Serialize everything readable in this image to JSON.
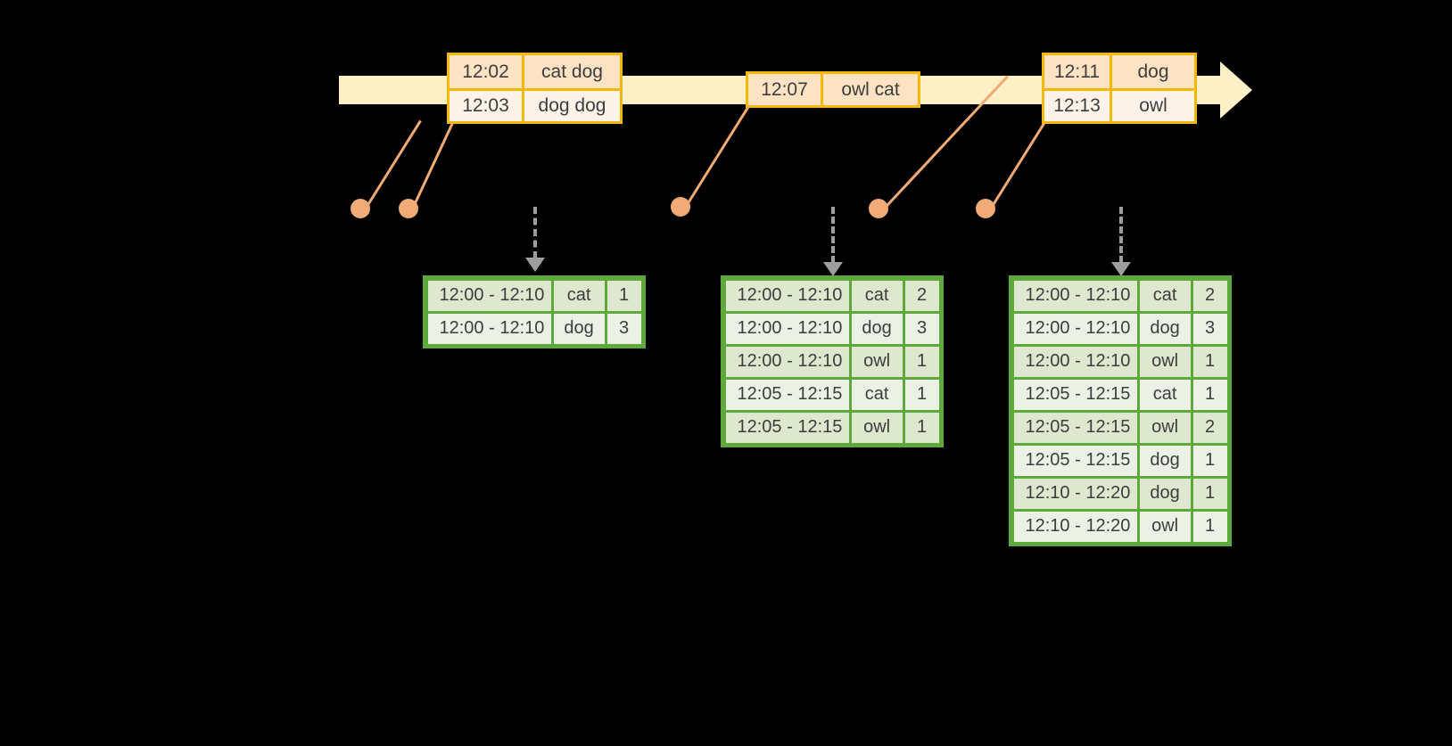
{
  "timeline": {
    "label": "event-stream-timeline",
    "bar_color": "#fdefc6",
    "box_border_color": "#f5b800",
    "events": [
      {
        "group": "group-1",
        "rows": [
          {
            "time": "12:02",
            "words": "cat dog"
          },
          {
            "time": "12:03",
            "words": "dog dog"
          }
        ]
      },
      {
        "group": "group-2",
        "rows": [
          {
            "time": "12:07",
            "words": "owl cat"
          }
        ]
      },
      {
        "group": "group-3",
        "rows": [
          {
            "time": "12:11",
            "words": "dog"
          },
          {
            "time": "12:13",
            "words": "owl"
          }
        ]
      }
    ]
  },
  "markers": {
    "dot_color": "#f0ab76",
    "items": [
      {
        "name": "event-marker-12-02"
      },
      {
        "name": "event-marker-12-03"
      },
      {
        "name": "event-marker-12-07"
      },
      {
        "name": "event-marker-12-11"
      },
      {
        "name": "event-marker-12-13"
      }
    ]
  },
  "tables": {
    "border_color": "#5da93c",
    "shade_a": "#dde8cf",
    "shade_b": "#ecf1e6",
    "list": [
      {
        "name": "state-table-1",
        "rows": [
          {
            "window": "12:00 - 12:10",
            "key": "cat",
            "count": "1"
          },
          {
            "window": "12:00 - 12:10",
            "key": "dog",
            "count": "3"
          }
        ]
      },
      {
        "name": "state-table-2",
        "rows": [
          {
            "window": "12:00 - 12:10",
            "key": "cat",
            "count": "2"
          },
          {
            "window": "12:00 - 12:10",
            "key": "dog",
            "count": "3"
          },
          {
            "window": "12:00 - 12:10",
            "key": "owl",
            "count": "1"
          },
          {
            "window": "12:05 - 12:15",
            "key": "cat",
            "count": "1"
          },
          {
            "window": "12:05 - 12:15",
            "key": "owl",
            "count": "1"
          }
        ]
      },
      {
        "name": "state-table-3",
        "rows": [
          {
            "window": "12:00 - 12:10",
            "key": "cat",
            "count": "2"
          },
          {
            "window": "12:00 - 12:10",
            "key": "dog",
            "count": "3"
          },
          {
            "window": "12:00 - 12:10",
            "key": "owl",
            "count": "1"
          },
          {
            "window": "12:05 - 12:15",
            "key": "cat",
            "count": "1"
          },
          {
            "window": "12:05 - 12:15",
            "key": "owl",
            "count": "2"
          },
          {
            "window": "12:05 - 12:15",
            "key": "dog",
            "count": "1"
          },
          {
            "window": "12:10 - 12:20",
            "key": "dog",
            "count": "1"
          },
          {
            "window": "12:10 - 12:20",
            "key": "owl",
            "count": "1"
          }
        ]
      }
    ]
  }
}
